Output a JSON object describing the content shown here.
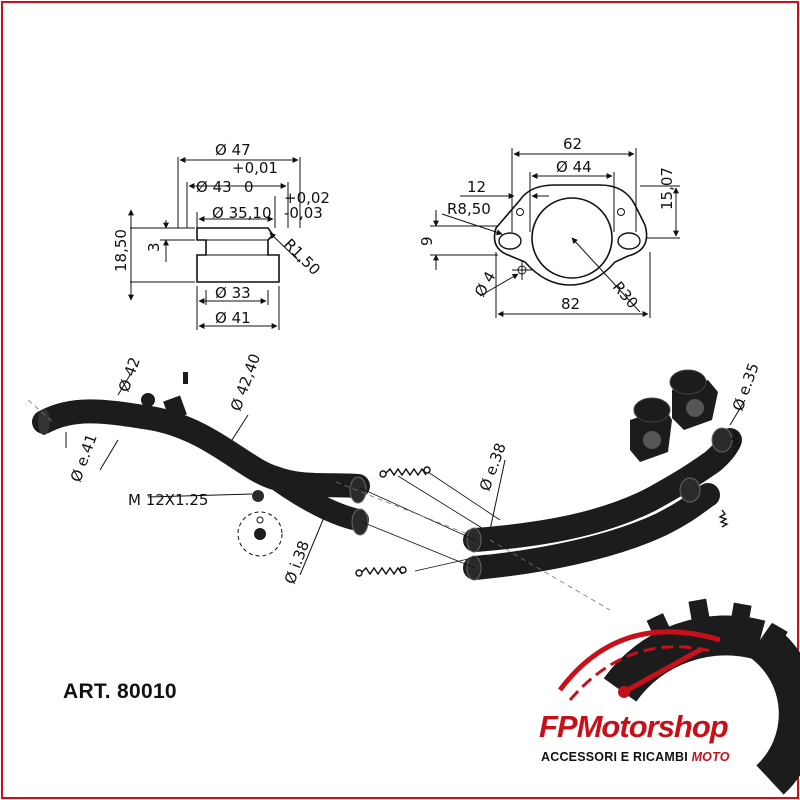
{
  "flange_profile": {
    "dims": [
      "Ø 47",
      "+0,01",
      "Ø 43",
      "0",
      "+0,02",
      "Ø 35,10",
      "-0,03",
      "R1,50",
      "18,50",
      "3",
      "Ø 33",
      "Ø 41"
    ]
  },
  "flange_plate": {
    "dims": [
      "62",
      "Ø 44",
      "12",
      "15,07",
      "R8,50",
      "9",
      "Ø 4",
      "R30",
      "82"
    ]
  },
  "assembly": {
    "dims": [
      "Ø 42",
      "Ø 42,40",
      "Ø e.41",
      "M 12X1.25",
      "Ø i.38",
      "Ø e.38",
      "Ø e.35"
    ]
  },
  "article": "ART. 80010",
  "logo": {
    "brand": "FPMotorshop",
    "tagline": "ACCESSORI E RICAMBI",
    "tagline_accent": "MOTO"
  },
  "colors": {
    "frame": "#c8101a",
    "part": "#1c1c1c",
    "brand_red": "#c8101a"
  }
}
